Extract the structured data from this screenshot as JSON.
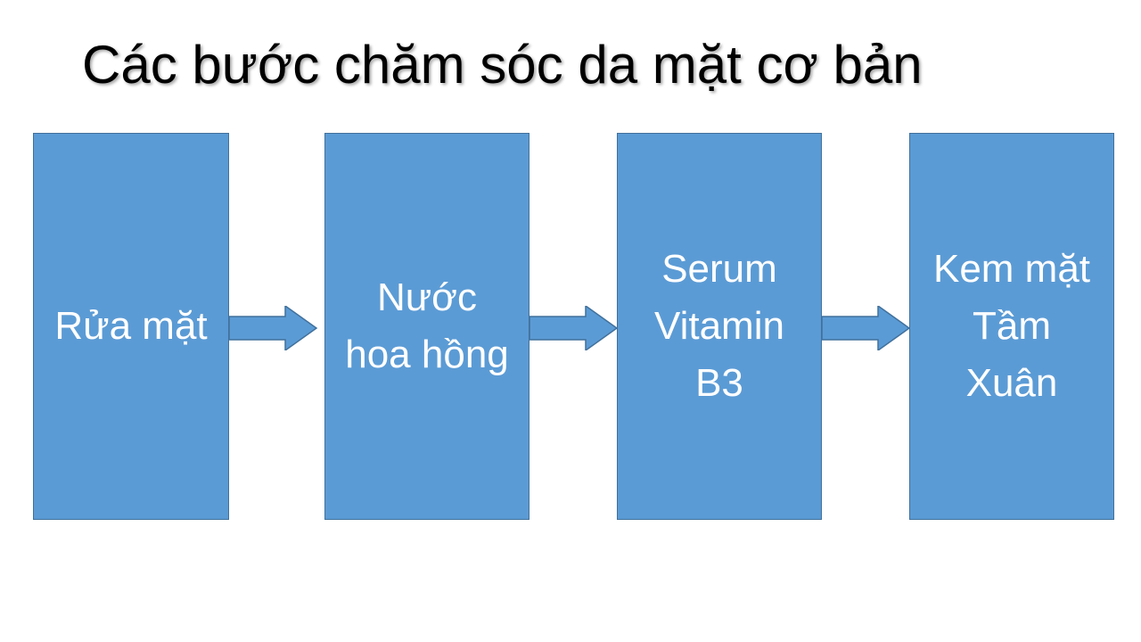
{
  "slide": {
    "title": "Các bước chăm sóc da mặt cơ bản"
  },
  "steps": [
    {
      "label": "Rửa mặt"
    },
    {
      "label": "Nước\nhoa hồng"
    },
    {
      "label": "Serum\nVitamin\nB3"
    },
    {
      "label": "Kem mặt\nTầm\nXuân"
    }
  ],
  "colors": {
    "box_fill": "#5b9bd5",
    "box_border": "#41719c",
    "arrow_fill": "#5b9bd5",
    "text": "#ffffff",
    "title": "#000000"
  }
}
